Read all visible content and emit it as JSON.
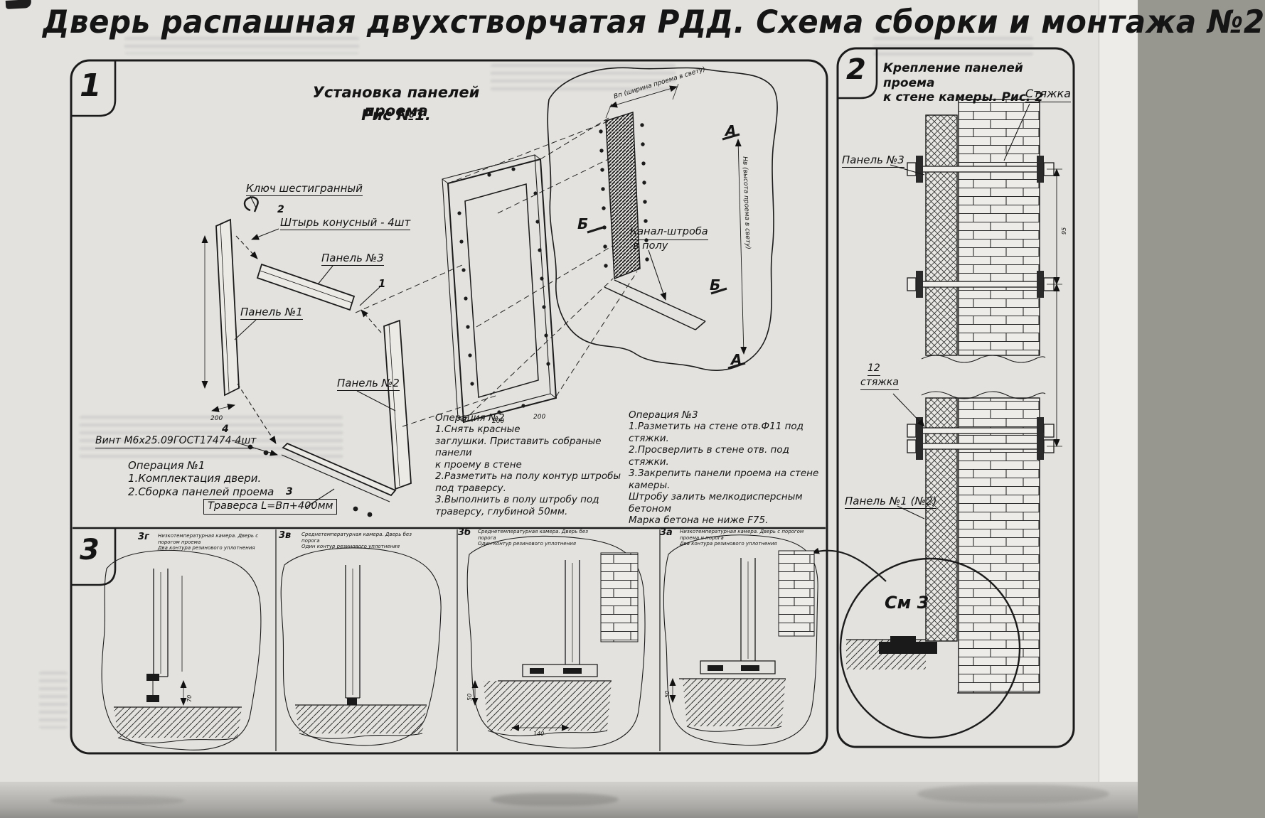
{
  "page": {
    "title": "Дверь распашная двухстворчатая РДД.  Схема сборки и монтажа №2"
  },
  "section1": {
    "number": "1",
    "fig_title": "Установка панелей проема",
    "fig_sub": "Рис №1.",
    "labels": {
      "hex_key": "Ключ шестигранный",
      "pin_num": "2",
      "pin": "Штырь конусный - 4шт",
      "panel3": "Панель №3",
      "panel1": "Панель №1",
      "num1": "1",
      "panel2": "Панель №2",
      "num4": "4",
      "screw": "Винт М6х25.09ГОСТ17474-4шт",
      "num3": "3",
      "traverse": "Траверса  L=Bп+400мм",
      "channel1": "Канал-штроба",
      "channel2": "в полу",
      "sectionA": "А",
      "sectionB": "Б"
    },
    "dims": {
      "top": "Bп (ширина проема в свету)",
      "right": "Нв (высота проема в свету)",
      "d200a": "200",
      "d200b": "200",
      "d200c": "200"
    },
    "op1": "Операция №1\n1.Комплектация двери.\n2.Сборка панелей проема",
    "op2": "Операция №2\n1.Снять красные\nзаглушки. Приставить собраные панели\nк проему в стене\n2.Разметить на полу контур штробы\nпод траверсу.\n3.Выполнить в полу штробу под\nтраверсу, глубиной 50мм.",
    "op3": "Операция №3\n1.Разметить на стене отв.Ф11 под\nстяжки.\n2.Просверлить в стене отв.  под\nстяжки.\n3.Закрепить панели проема на стене камеры.\nШтробу залить мелкодисперсным бетоном\nМарка бетона не ниже   F75."
  },
  "section2": {
    "number": "2",
    "title": "Крепление панелей проема\nк стене камеры. Рис. 2",
    "labels": {
      "tie_top": "Стяжка",
      "panel3": "Панель №3",
      "tie_num": "12",
      "tie": "стяжка",
      "panel12": "Панель №1 (№2)",
      "see": "См 3"
    },
    "dims": {
      "d95": "95"
    }
  },
  "section3": {
    "number": "3",
    "details": [
      {
        "id": "3г",
        "caption": "Низкотемпературная камера. Дверь с порогом проема\nДва контура резинового уплотнения",
        "dim": "70"
      },
      {
        "id": "3в",
        "caption": "Среднетемпературная камера. Дверь без порога\nОдин контур резинового уплотнения"
      },
      {
        "id": "3б",
        "caption": "Среднетемпературная камера. Дверь без порога\nОдин контур резинового уплотнения",
        "dim_a": "50",
        "dim_b": "140"
      },
      {
        "id": "3а",
        "caption": "Низкотемпературная камера. Дверь с порогом проема и порога\nДва контура резинового уплотнения",
        "dim": "50"
      }
    ]
  }
}
